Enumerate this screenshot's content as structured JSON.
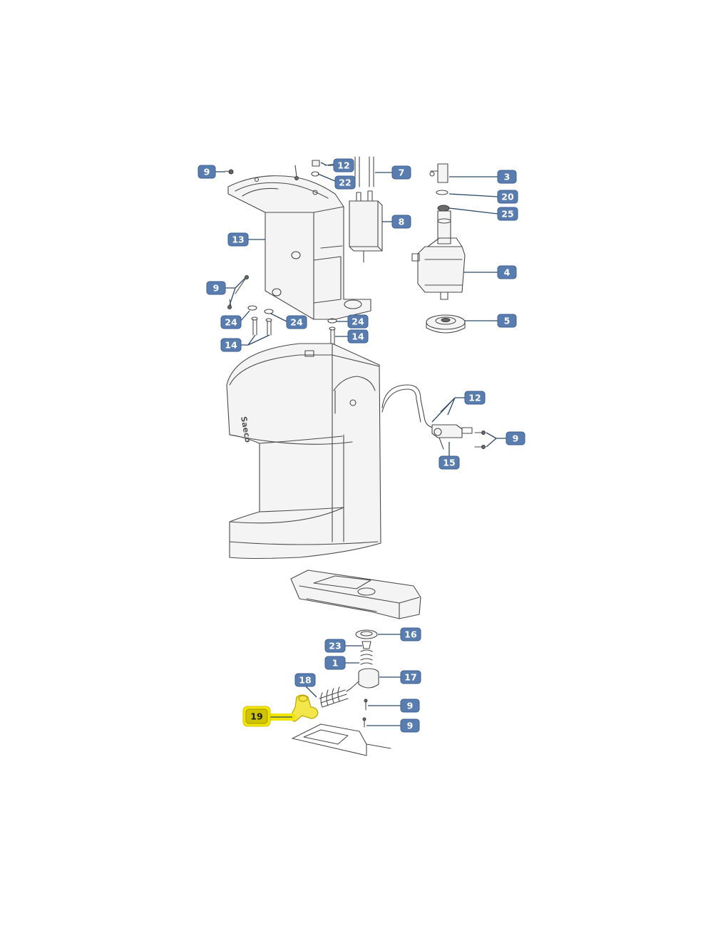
{
  "diagram": {
    "callouts": [
      {
        "label": "9",
        "highlight": false
      },
      {
        "label": "12",
        "highlight": false
      },
      {
        "label": "22",
        "highlight": false
      },
      {
        "label": "7",
        "highlight": false
      },
      {
        "label": "3",
        "highlight": false
      },
      {
        "label": "20",
        "highlight": false
      },
      {
        "label": "25",
        "highlight": false
      },
      {
        "label": "8",
        "highlight": false
      },
      {
        "label": "13",
        "highlight": false
      },
      {
        "label": "4",
        "highlight": false
      },
      {
        "label": "9",
        "highlight": false
      },
      {
        "label": "24",
        "highlight": false
      },
      {
        "label": "24",
        "highlight": false
      },
      {
        "label": "24",
        "highlight": false
      },
      {
        "label": "5",
        "highlight": false
      },
      {
        "label": "14",
        "highlight": false
      },
      {
        "label": "14",
        "highlight": false
      },
      {
        "label": "12",
        "highlight": false
      },
      {
        "label": "9",
        "highlight": false
      },
      {
        "label": "15",
        "highlight": false
      },
      {
        "label": "16",
        "highlight": false
      },
      {
        "label": "23",
        "highlight": false
      },
      {
        "label": "1",
        "highlight": false
      },
      {
        "label": "18",
        "highlight": false
      },
      {
        "label": "17",
        "highlight": false
      },
      {
        "label": "9",
        "highlight": false
      },
      {
        "label": "19",
        "highlight": true
      },
      {
        "label": "9",
        "highlight": false
      }
    ],
    "highlight_color": "#f2e600",
    "badge_color": "#5a7db0"
  }
}
